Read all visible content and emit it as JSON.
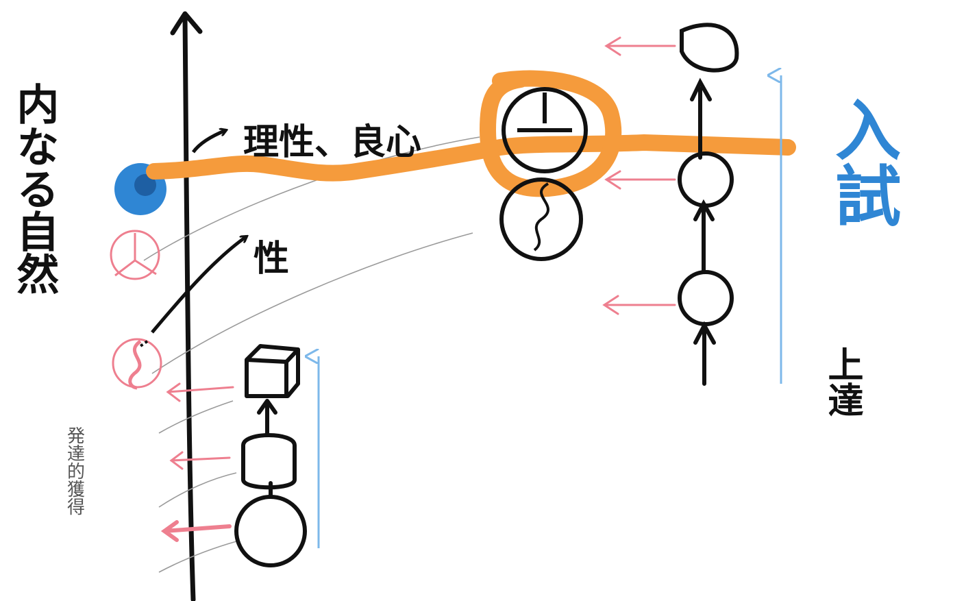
{
  "labels": {
    "inner_nature": "内なる自然",
    "reason_conscience": "理性、良心",
    "nature": "性",
    "entrance_test": "入試",
    "improvement": "上達",
    "developmental_achievement": "発達的獲得"
  },
  "colors": {
    "ink": "#111111",
    "orange_line": "#f59b3c",
    "blue": "#2f86d4",
    "light_blue": "#7db8ea",
    "pink": "#ee7f8f",
    "grey_thin": "#9a9a9a"
  }
}
